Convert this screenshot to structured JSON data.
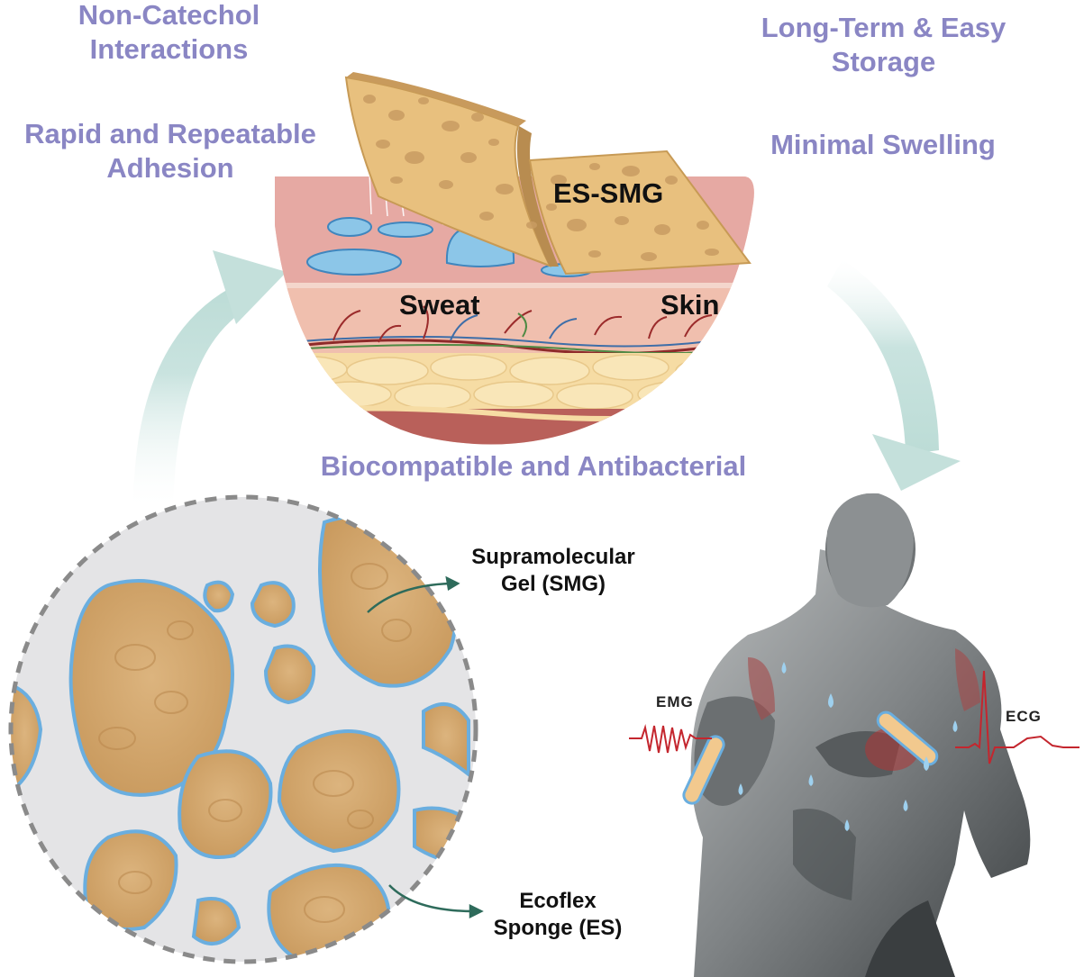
{
  "features": {
    "non_catechol": [
      "Non-Catechol",
      "Interactions"
    ],
    "rapid": [
      "Rapid and Repeatable",
      "Adhesion"
    ],
    "long_term": [
      "Long-Term & Easy",
      "Storage"
    ],
    "swelling": "Minimal Swelling",
    "biocompat": "Biocompatible and Antibacterial"
  },
  "skin_illustration": {
    "es_smg": "ES-SMG",
    "sweat": "Sweat",
    "skin": "Skin"
  },
  "microstructure": {
    "smg": [
      "Supramolecular",
      "Gel (SMG)"
    ],
    "es": [
      "Ecoflex",
      "Sponge (ES)"
    ]
  },
  "signals": {
    "emg": "EMG",
    "ecg": "ECG"
  },
  "colors": {
    "feature_text": "#8a86c4",
    "cycle_arrow": "#c9e3df",
    "gel_blue": "#6aaedf",
    "sponge_tan": "#d6ad74",
    "signal_red": "#c4262e",
    "pointer_green": "#2e6b5b"
  }
}
